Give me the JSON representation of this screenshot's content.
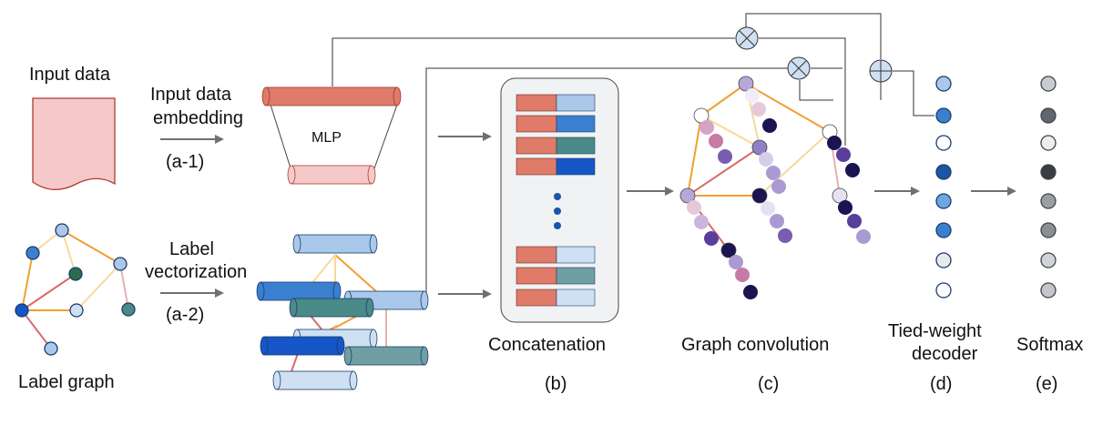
{
  "input": {
    "title": "Input data",
    "embedding_label_line1": "Input data",
    "embedding_label_line2": "embedding",
    "embedding_step": "(a-1)",
    "mlp_label": "MLP"
  },
  "label_graph": {
    "caption": "Label graph",
    "vectorization_line1": "Label",
    "vectorization_line2": "vectorization",
    "vectorization_step": "(a-2)"
  },
  "concat": {
    "caption": "Concatenation",
    "step": "(b)"
  },
  "gcn": {
    "caption": "Graph convolution",
    "step": "(c)"
  },
  "decoder": {
    "caption_line1": "Tied-weight",
    "caption_line2": "decoder",
    "step": "(d)"
  },
  "softmax": {
    "caption": "Softmax",
    "step": "(e)"
  },
  "operators": {
    "multiply": "⊗",
    "add": "⊕"
  },
  "colors": {
    "salmon": "#e07b6a",
    "doc_fill": "#f5c9c9",
    "doc_stroke": "#b03a2e",
    "light_blue": "#a9c8ea",
    "blue": "#3b7fd0",
    "teal": "#4a8a88",
    "dark_blue": "#1656c7",
    "orange_edge": "#f0a030",
    "pale_orange_edge": "#f7d99a",
    "red_edge": "#d96a6a",
    "dark_green": "#2e6b4e",
    "navy": "#1a1450",
    "purple": "#7a5cb0",
    "pink": "#c77aa6",
    "arrow_gray": "#707070"
  }
}
